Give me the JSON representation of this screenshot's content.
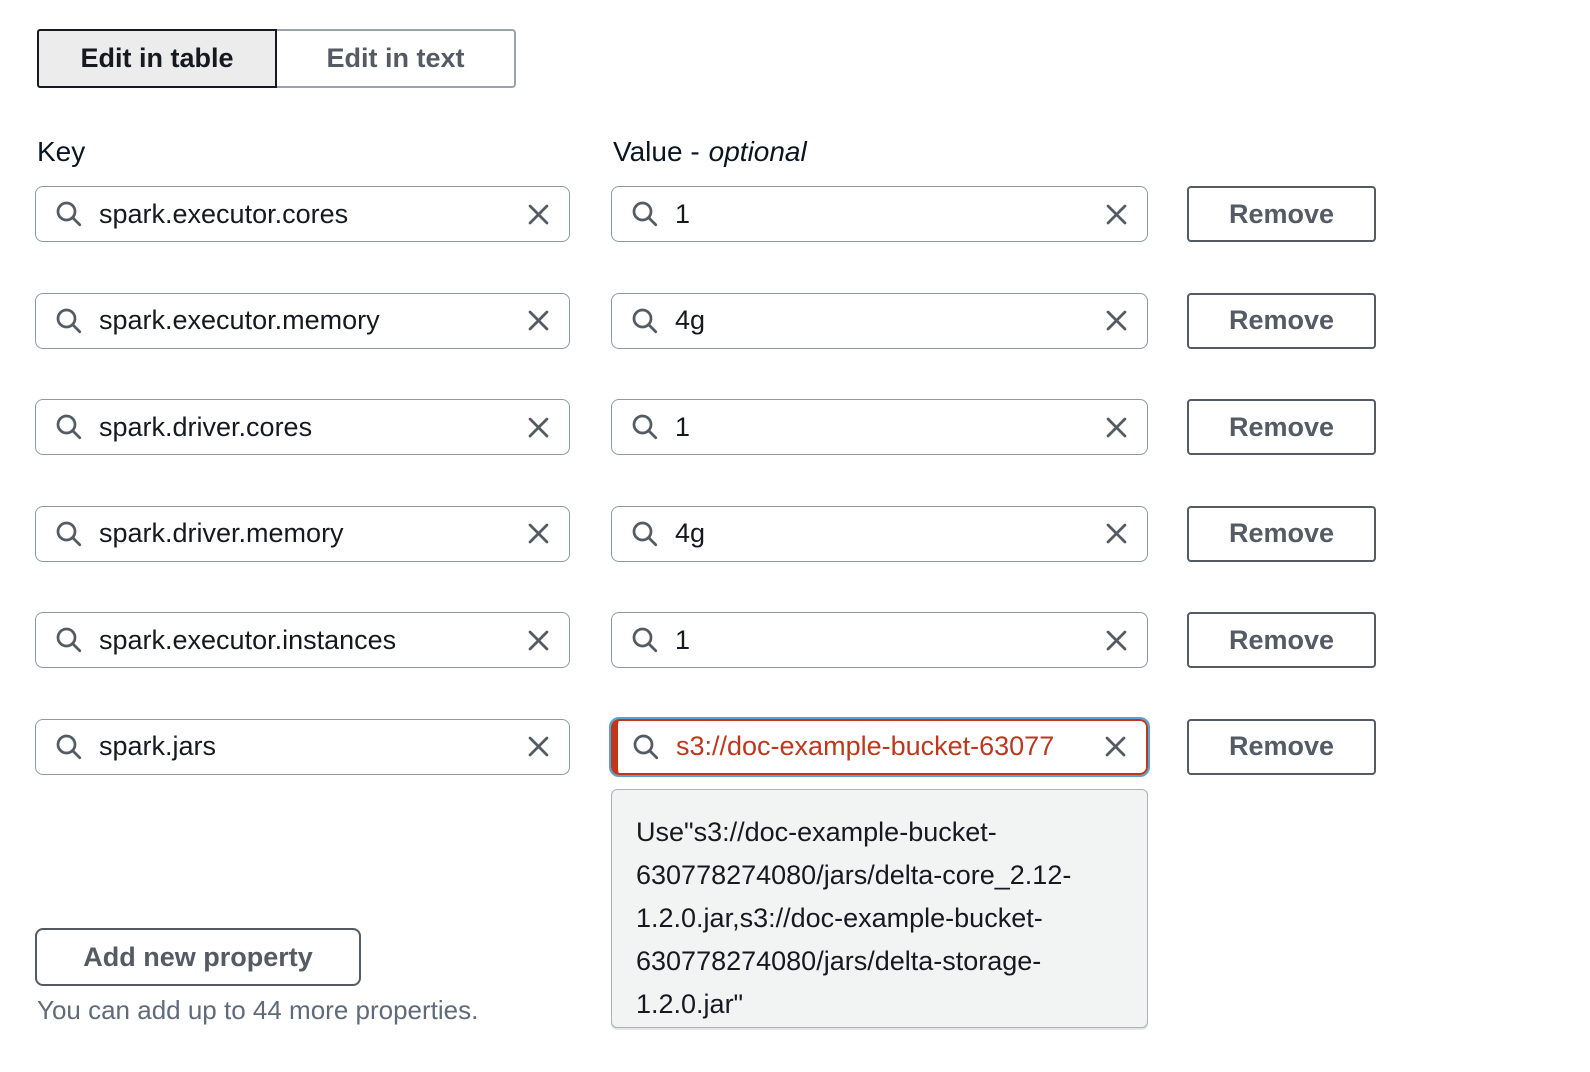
{
  "view_toggle": {
    "table_label": "Edit in table",
    "text_label": "Edit in text",
    "selected": "Edit in table"
  },
  "columns": {
    "key": "Key",
    "value": "Value -",
    "value_qualifier": "optional"
  },
  "rows": [
    {
      "key": "spark.executor.cores",
      "value": "1"
    },
    {
      "key": "spark.executor.memory",
      "value": "4g"
    },
    {
      "key": "spark.driver.cores",
      "value": "1"
    },
    {
      "key": "spark.driver.memory",
      "value": "4g"
    },
    {
      "key": "spark.executor.instances",
      "value": "1"
    },
    {
      "key": "spark.jars",
      "value": "s3://doc-example-bucket-63077",
      "state": "invalid-focused"
    }
  ],
  "labels": {
    "remove": "Remove",
    "add": "Add new property"
  },
  "footer": {
    "note": "You can add up to 44 more properties."
  },
  "error_popover": {
    "lines": [
      "Use\"s3://doc-example-bucket-",
      "630778274080/jars/delta-core_2.12-",
      "1.2.0.jar,s3://doc-example-bucket-",
      "630778274080/jars/delta-storage-",
      "1.2.0.jar\""
    ],
    "full_value": "Use\"s3://doc-example-bucket-630778274080/jars/delta-core_2.12-1.2.0.jar,s3://doc-example-bucket-630778274080/jars/delta-storage-1.2.0.jar\""
  },
  "icons": {
    "search": "magnifier",
    "clear": "x-mark"
  },
  "colors": {
    "error": "#c0371b",
    "focus_ring": "#57a3d4",
    "toggle_selected_bg": "#ececec",
    "input_border": "#8d99a3",
    "button_border": "#545b64",
    "text_primary": "#16191f",
    "text_secondary": "#545b64",
    "popover_bg": "#f2f3f3"
  }
}
